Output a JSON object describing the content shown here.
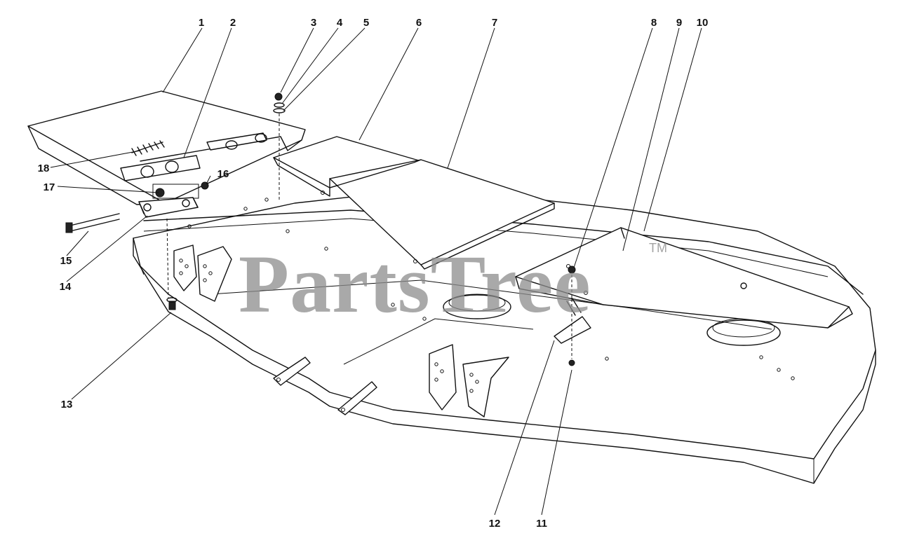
{
  "watermark": {
    "text": "PartsTree",
    "trademark": "TM"
  },
  "callouts": [
    "1",
    "2",
    "3",
    "4",
    "5",
    "6",
    "7",
    "8",
    "9",
    "10",
    "11",
    "12",
    "13",
    "14",
    "15",
    "16",
    "17",
    "18"
  ]
}
